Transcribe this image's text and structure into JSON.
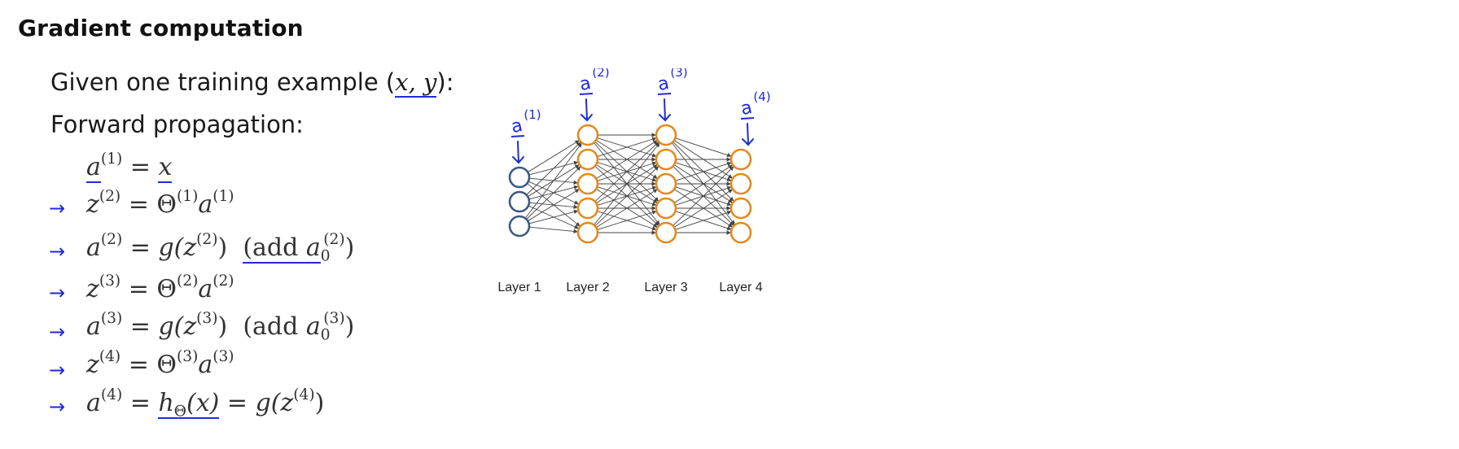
{
  "slide": {
    "title": "Gradient computation",
    "given_text": "Given one training example (",
    "given_vars": "x, y",
    "given_end": "):",
    "forward_label": "Forward propagation:"
  },
  "equations": [
    {
      "lhs": "a",
      "lhs_sup": "(1)",
      "rhs": "= x",
      "annotated_arrow": false
    },
    {
      "lhs": "z",
      "lhs_sup": "(2)",
      "rhs": "= Θ(1)a(1)",
      "annotated_arrow": true
    },
    {
      "lhs": "a",
      "lhs_sup": "(2)",
      "rhs": "= g(z(2))  (add a0(2))",
      "annotated_arrow": true
    },
    {
      "lhs": "z",
      "lhs_sup": "(3)",
      "rhs": "= Θ(2)a(2)",
      "annotated_arrow": true
    },
    {
      "lhs": "a",
      "lhs_sup": "(3)",
      "rhs": "= g(z(3))  (add a0(3))",
      "annotated_arrow": true
    },
    {
      "lhs": "z",
      "lhs_sup": "(4)",
      "rhs": "= Θ(3)a(3)",
      "annotated_arrow": true
    },
    {
      "lhs": "a",
      "lhs_sup": "(4)",
      "rhs": "= hΘ(x) = g(z(4))",
      "annotated_arrow": true
    }
  ],
  "eq_text": {
    "e1_lhs": "a",
    "e1_sup": "(1)",
    "e1_eq": " = ",
    "e1_rhs": "x",
    "e2_lhs": "z",
    "e2_sup": "(2)",
    "e2_eq": " = ",
    "e2_theta": "Θ",
    "e2_tsup": "(1)",
    "e2_a": "a",
    "e2_asup": "(1)",
    "e3_lhs": "a",
    "e3_sup": "(2)",
    "e3_eq": " = ",
    "e3_g": "g(z",
    "e3_zsup": "(2)",
    "e3_close": ")",
    "e3_add": "(add ",
    "e3_a0": "a",
    "e3_a0sup": "(2)",
    "e3_a0sub": "0",
    "e3_addclose": ")",
    "e4_lhs": "z",
    "e4_sup": "(3)",
    "e4_eq": " = ",
    "e4_theta": "Θ",
    "e4_tsup": "(2)",
    "e4_a": "a",
    "e4_asup": "(2)",
    "e5_lhs": "a",
    "e5_sup": "(3)",
    "e5_eq": " = ",
    "e5_g": "g(z",
    "e5_zsup": "(3)",
    "e5_close": ")",
    "e5_add": "(add ",
    "e5_a0": "a",
    "e5_a0sup": "(3)",
    "e5_a0sub": "0",
    "e5_addclose": ")",
    "e6_lhs": "z",
    "e6_sup": "(4)",
    "e6_eq": " = ",
    "e6_theta": "Θ",
    "e6_tsup": "(3)",
    "e6_a": "a",
    "e6_asup": "(3)",
    "e7_lhs": "a",
    "e7_sup": "(4)",
    "e7_eq": " = ",
    "e7_h": "h",
    "e7_hsub": "Θ",
    "e7_hx": "(x)",
    "e7_eq2": " = ",
    "e7_g": "g(z",
    "e7_zsup": "(4)",
    "e7_close": ")"
  },
  "arrow_glyph": "→",
  "network": {
    "layers": [
      {
        "label": "Layer 1",
        "units": 3,
        "color": "#3c5a82",
        "annotation": "a",
        "annotation_sup": "(1)"
      },
      {
        "label": "Layer 2",
        "units": 5,
        "color": "#e08a1e",
        "annotation": "a",
        "annotation_sup": "(2)"
      },
      {
        "label": "Layer 3",
        "units": 5,
        "color": "#e08a1e",
        "annotation": "a",
        "annotation_sup": "(3)"
      },
      {
        "label": "Layer 4",
        "units": 4,
        "color": "#e08a1e",
        "annotation": "a",
        "annotation_sup": "(4)"
      }
    ]
  },
  "colors": {
    "ink": "#1f2bd6",
    "input_unit": "#3c5a82",
    "hidden_unit": "#e08a1e",
    "edge": "#444444"
  }
}
